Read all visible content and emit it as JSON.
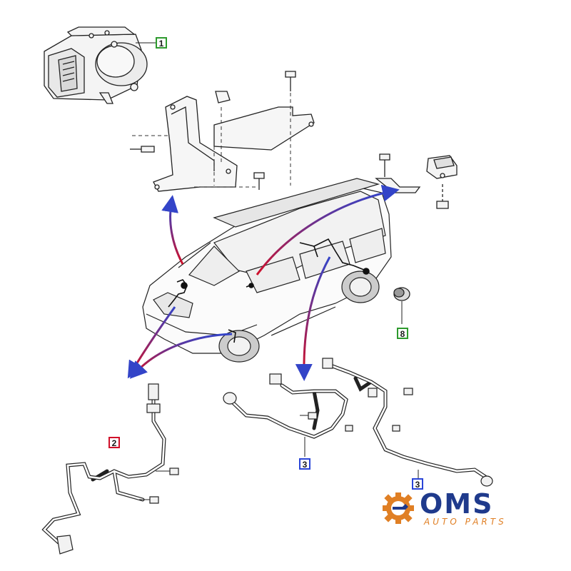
{
  "callouts": {
    "c1": "1",
    "c2": "2",
    "c3a": "3",
    "c3b": "3",
    "c8": "8"
  },
  "logo": {
    "name": "OMS",
    "tagline": "AUTO PARTS",
    "gear_icon": "gear-icon",
    "brand_blue": "#1f3a8c",
    "brand_orange": "#e07f24"
  },
  "colors": {
    "callout_green": "#2e9a2e",
    "callout_blue": "#2a45d8",
    "callout_red": "#d0102a",
    "arrow_red": "#d0102a",
    "arrow_blue": "#3344c8",
    "line": "#222222"
  }
}
